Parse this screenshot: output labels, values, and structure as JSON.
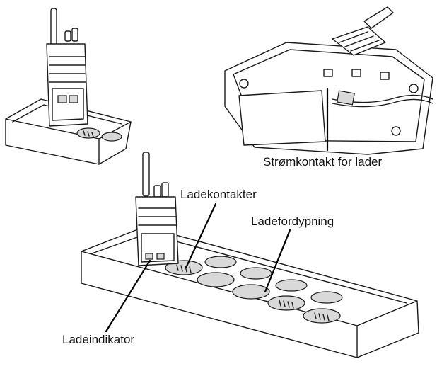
{
  "labels": {
    "power_connector": "Strømkontakt for lader",
    "charging_contacts": "Ladekontakter",
    "charging_well": "Ladefordypning",
    "charging_indicator": "Ladeindikator"
  }
}
